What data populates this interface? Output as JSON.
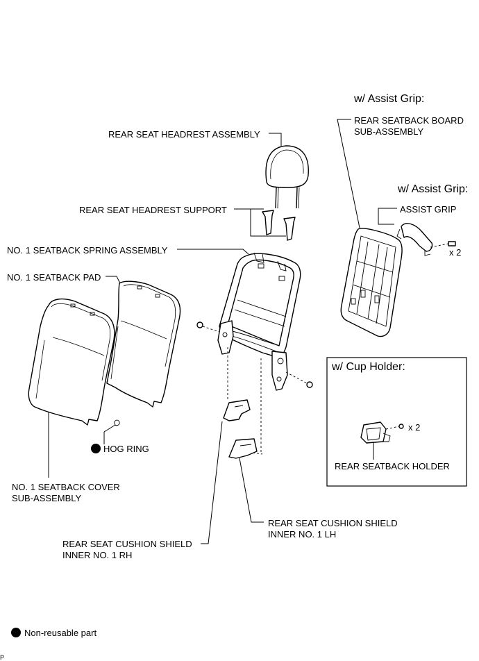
{
  "headers": {
    "assist_grip_board": "w/ Assist Grip:",
    "assist_grip": "w/ Assist Grip:",
    "cup_holder": "w/ Cup Holder:"
  },
  "labels": {
    "headrest_assembly": "REAR SEAT HEADREST ASSEMBLY",
    "headrest_support": "REAR SEAT HEADREST SUPPORT",
    "spring_assembly": "NO. 1 SEATBACK SPRING ASSEMBLY",
    "seatback_pad": "NO. 1 SEATBACK PAD",
    "board_line1": "REAR SEATBACK BOARD",
    "board_line2": "SUB-ASSEMBLY",
    "assist_grip": "ASSIST GRIP",
    "x2_grip": "x 2",
    "hog_ring": "HOG RING",
    "cover_line1": "NO. 1 SEATBACK COVER",
    "cover_line2": "SUB-ASSEMBLY",
    "rear_seatback_holder": "REAR SEATBACK HOLDER",
    "x2_holder": "x 2",
    "shield_lh_line1": "REAR SEAT CUSHION SHIELD",
    "shield_lh_line2": "INNER NO. 1 LH",
    "shield_rh_line1": "REAR SEAT CUSHION SHIELD",
    "shield_rh_line2": "INNER NO. 1 RH"
  },
  "legend": {
    "non_reusable": "Non-reusable part"
  },
  "code": "P"
}
